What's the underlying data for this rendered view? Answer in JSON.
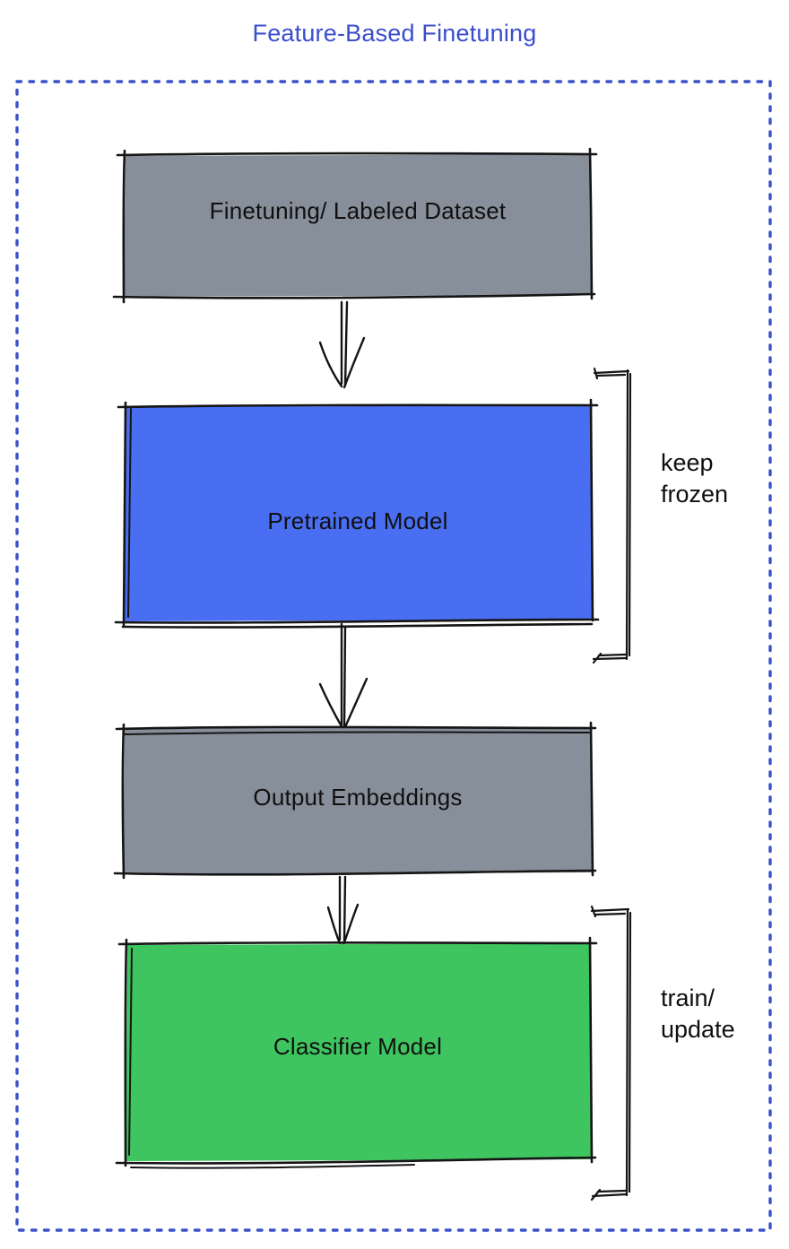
{
  "title": "Feature-Based Finetuning",
  "colors": {
    "title_blue": "#3a4ecb",
    "dotted_border_blue": "#3b51c9",
    "node_gray": "#878f9a",
    "node_blue": "#4a6ef1",
    "node_green": "#3fc55f",
    "ink_black": "#141414"
  },
  "diagram": {
    "type": "flowchart",
    "nodes": [
      {
        "id": "finetuning-dataset",
        "label": "Finetuning/ Labeled Dataset",
        "color": "#878f9a"
      },
      {
        "id": "pretrained-model",
        "label": "Pretrained Model",
        "color": "#4a6ef1"
      },
      {
        "id": "output-embeddings",
        "label": "Output Embeddings",
        "color": "#878f9a"
      },
      {
        "id": "classifier-model",
        "label": "Classifier Model",
        "color": "#3fc55f"
      }
    ],
    "edges": [
      {
        "from": "finetuning-dataset",
        "to": "pretrained-model",
        "style": "double-line-arrow"
      },
      {
        "from": "pretrained-model",
        "to": "output-embeddings",
        "style": "double-line-arrow"
      },
      {
        "from": "output-embeddings",
        "to": "classifier-model",
        "style": "double-line-arrow"
      }
    ],
    "annotations": [
      {
        "label": "keep frozen",
        "target": "pretrained-model",
        "side": "right"
      },
      {
        "label": "train/ update",
        "target": "classifier-model",
        "side": "right"
      }
    ]
  }
}
